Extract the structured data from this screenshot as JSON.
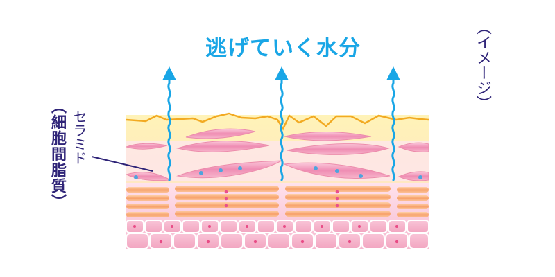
{
  "title": "逃げていく水分",
  "image_note": "（イメージ）",
  "labels": {
    "ceramide": "セラミド",
    "intercellular_lipid": "（細胞間脂質）"
  },
  "colors": {
    "water_arrow": "#19a6e6",
    "surface_line": "#f2aa22",
    "surface_fill": "#fff0a8",
    "lipid_pink": "#f4a8c2",
    "cell_orange": "#f7ae77",
    "cell_pink": "#f7bfd2",
    "text_dark": "#2f2478"
  }
}
